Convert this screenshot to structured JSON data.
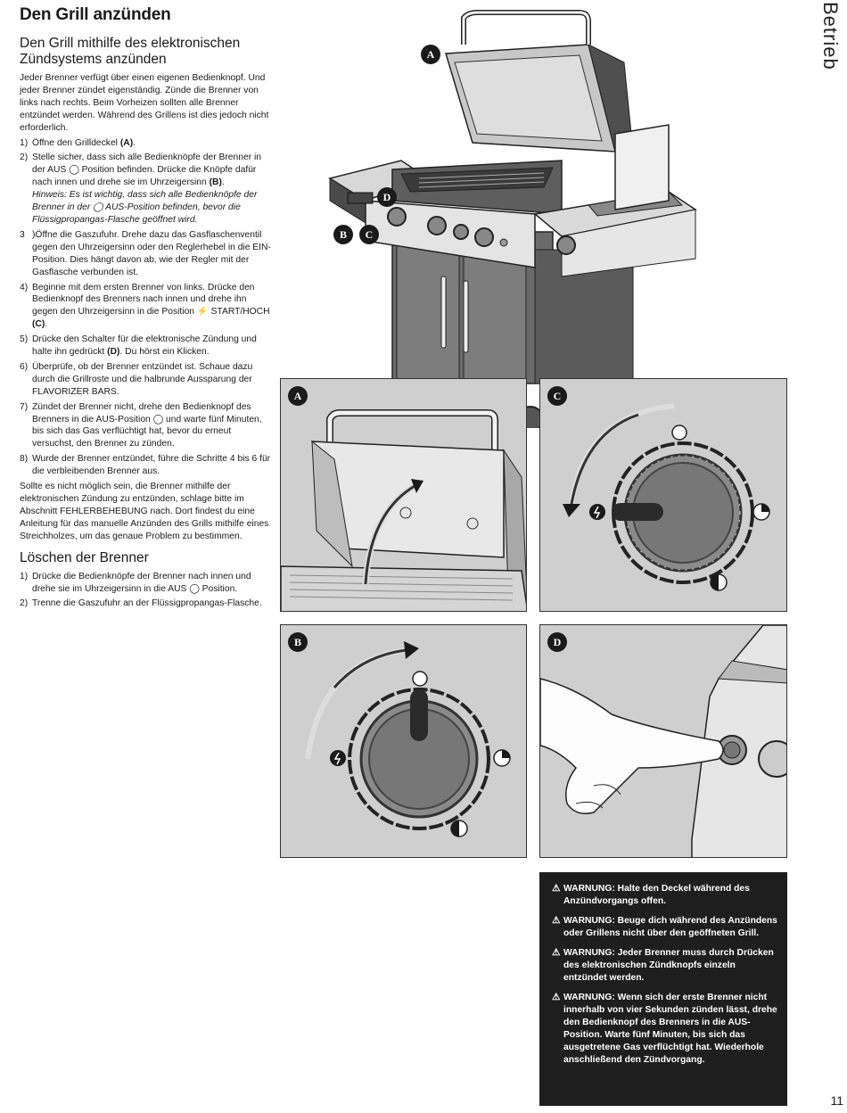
{
  "heading": "Den Grill anzünden",
  "section1": {
    "title": "Den Grill mithilfe des elektronischen Zündsystems anzünden",
    "intro": "Jeder Brenner verfügt über einen eigenen Bedienknopf. Und jeder Brenner zündet eigenständig. Zünde die Brenner von links nach rechts. Beim Vorheizen sollten alle Brenner entzündet werden. Während des Grillens ist dies jedoch nicht erforderlich.",
    "steps": [
      {
        "num": "1)",
        "text": "Öffne den Grilldeckel ",
        "ref": "(A)",
        "after": "."
      },
      {
        "num": "2)",
        "text": "Stelle sicher, dass sich alle Bedienknöpfe der Brenner in der AUS ◯ Position befinden. Drücke die Knöpfe dafür nach innen und drehe sie im Uhrzeigersinn ",
        "ref": "(B)",
        "after": ".",
        "note": "Hinweis: Es ist wichtig, dass sich alle Bedienknöpfe der Brenner in der ◯ AUS-Position  befinden, bevor die Flüssigpropangas-Flasche geöffnet wird."
      },
      {
        "num": "3",
        "text": ")Öffne die Gaszufuhr. Drehe dazu das Gasflaschenventil gegen den Uhrzeigersinn oder den Reglerhebel in die EIN-Position. Dies hängt davon ab, wie der Regler mit der Gasflasche verbunden ist.",
        "ref": "",
        "after": ""
      },
      {
        "num": "4)",
        "text": "Beginne mit dem ersten Brenner von links. Drücke den Bedienknopf des Brenners nach innen und drehe ihn gegen den Uhrzeigersinn in die Position ⚡ START/HOCH ",
        "ref": "(C)",
        "after": "."
      },
      {
        "num": "5)",
        "text": "Drücke den Schalter für die elektronische Zündung und halte ihn gedrückt ",
        "ref": "(D)",
        "after": ". Du hörst ein Klicken."
      },
      {
        "num": "6)",
        "text": "Überprüfe, ob der Brenner entzündet ist. Schaue dazu durch die Grillroste und die halbrunde Aussparung der FLAVORIZER BARS.",
        "ref": "",
        "after": ""
      },
      {
        "num": "7)",
        "text": "Zündet der Brenner nicht, drehe den Bedienknopf des Brenners in die AUS-Position ◯ und warte fünf Minuten, bis sich das Gas verflüchtigt hat, bevor du erneut versuchst, den Brenner zu zünden.",
        "ref": "",
        "after": ""
      },
      {
        "num": "8)",
        "text": "Wurde der Brenner entzündet, führe die Schritte 4 bis 6 für die verbleibenden Brenner aus.",
        "ref": "",
        "after": ""
      }
    ],
    "closing": "Sollte es nicht möglich sein, die Brenner mithilfe der elektronischen Zündung zu entzünden, schlage bitte im Abschnitt FEHLERBEHEBUNG nach. Dort findest du eine Anleitung für das manuelle Anzünden des Grills mithilfe eines Streichholzes, um das genaue Problem zu bestimmen."
  },
  "section2": {
    "title": "Löschen der Brenner",
    "steps": [
      {
        "num": "1)",
        "text": "Drücke die Bedienknöpfe der Brenner nach innen und drehe sie im Uhrzeigersinn in die AUS ◯ Position."
      },
      {
        "num": "2)",
        "text": "Trenne die Gaszufuhr an der Flüssigpropangas-Flasche."
      }
    ]
  },
  "side_label": "Betrieb",
  "page_number": "11",
  "callouts": {
    "a": "A",
    "b": "B",
    "c": "C",
    "d": "D"
  },
  "warnings": [
    "WARNUNG: Halte den Deckel während des Anzündvorgangs offen.",
    "WARNUNG: Beuge dich während des Anzündens oder Grillens nicht über den geöffneten Grill.",
    "WARNUNG: Jeder Brenner muss durch Drücken des elektronischen Zündknopfs einzeln entzündet werden.",
    "WARNUNG: Wenn sich der erste Brenner nicht innerhalb von vier Sekunden zünden lässt, drehe den Bedienknopf des Brenners in die AUS-Position. Warte fünf Minuten, bis sich das ausgetretene Gas verflüchtigt hat. Wiederhole anschließend den Zündvorgang."
  ],
  "colors": {
    "panel_bg": "#cfcfcf",
    "warning_bg": "#1e1e1e",
    "text": "#1a1a1a"
  }
}
